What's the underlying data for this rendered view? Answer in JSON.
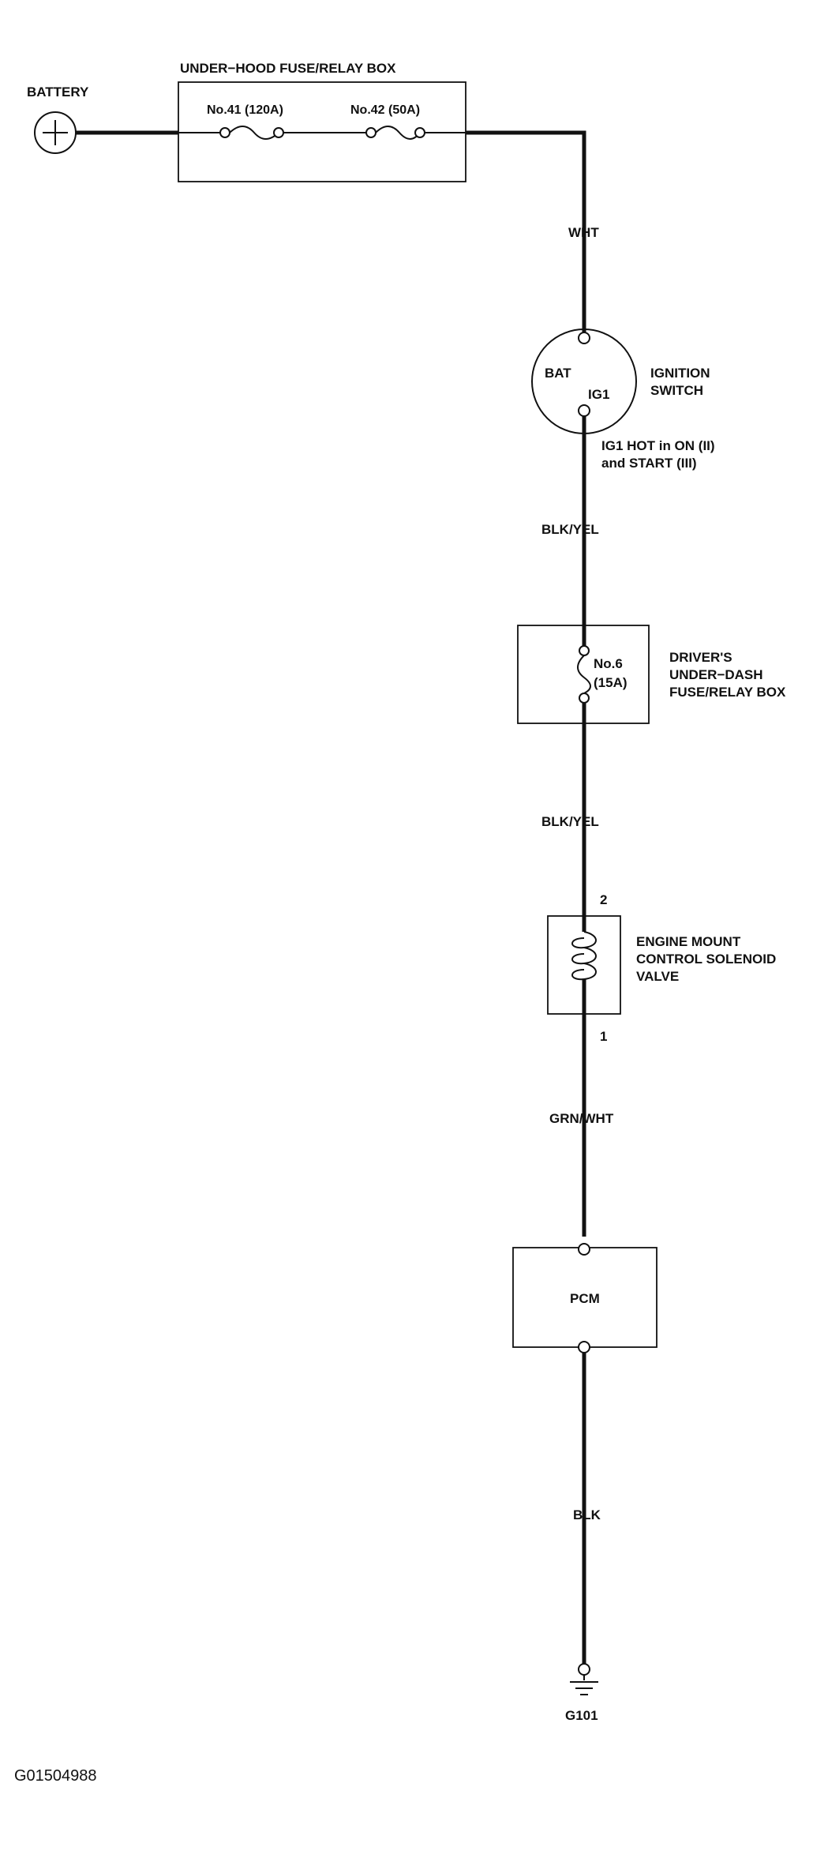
{
  "battery": {
    "label": "BATTERY"
  },
  "underhood_box": {
    "title": "UNDER−HOOD FUSE/RELAY BOX",
    "fuse1": "No.41 (120A)",
    "fuse2": "No.42 (50A)"
  },
  "ignition_switch": {
    "label_line1": "IGNITION",
    "label_line2": "SWITCH",
    "terminal_bat": "BAT",
    "terminal_ig1": "IG1",
    "note_line1": "IG1 HOT in ON (II)",
    "note_line2": "and START (III)"
  },
  "underdash_box": {
    "label_line1": "DRIVER'S",
    "label_line2": "UNDER−DASH",
    "label_line3": "FUSE/RELAY BOX",
    "fuse_line1": "No.6",
    "fuse_line2": "(15A)"
  },
  "solenoid": {
    "label_line1": "ENGINE MOUNT",
    "label_line2": "CONTROL SOLENOID",
    "label_line3": "VALVE",
    "pin_top": "2",
    "pin_bottom": "1"
  },
  "pcm": {
    "label": "PCM"
  },
  "wires": {
    "w1": "WHT",
    "w2": "BLK/YEL",
    "w3": "BLK/YEL",
    "w4": "GRN/WHT",
    "w5": "BLK"
  },
  "ground": {
    "label": "G101"
  },
  "footer": {
    "code": "G01504988"
  }
}
